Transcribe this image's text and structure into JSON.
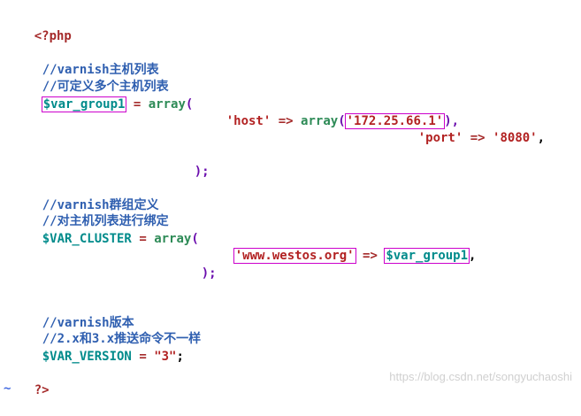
{
  "editor": {
    "lines": {
      "open_tag": "<?php",
      "comment_hosts_1": "//varnish主机列表",
      "comment_hosts_2": "//可定义多个主机列表",
      "var_group1": "$var_group1",
      "assign_op": "=",
      "array_kw": "array",
      "open_paren": "(",
      "host_key": "'host'",
      "arrow": "=>",
      "ip_value": "'172.25.66.1'",
      "close_paren_comma": "),",
      "port_key": "'port'",
      "port_value": "'8080'",
      "comma": ",",
      "close_paren_semi": ");",
      "comment_group_1": "//varnish群组定义",
      "comment_group_2": "//对主机列表进行绑定",
      "var_cluster": "$VAR_CLUSTER",
      "domain_value": "'www.westos.org'",
      "var_group1_ref": "$var_group1",
      "comment_version_1": "//varnish版本",
      "comment_version_2": "//2.x和3.x推送命令不一样",
      "var_version": "$VAR_VERSION",
      "version_value": "\"3\"",
      "semicolon": ";",
      "close_tag": "?>",
      "tilde": "~"
    },
    "highlight_color": "#cc00cc"
  },
  "watermark": "https://blog.csdn.net/songyuchaoshi"
}
